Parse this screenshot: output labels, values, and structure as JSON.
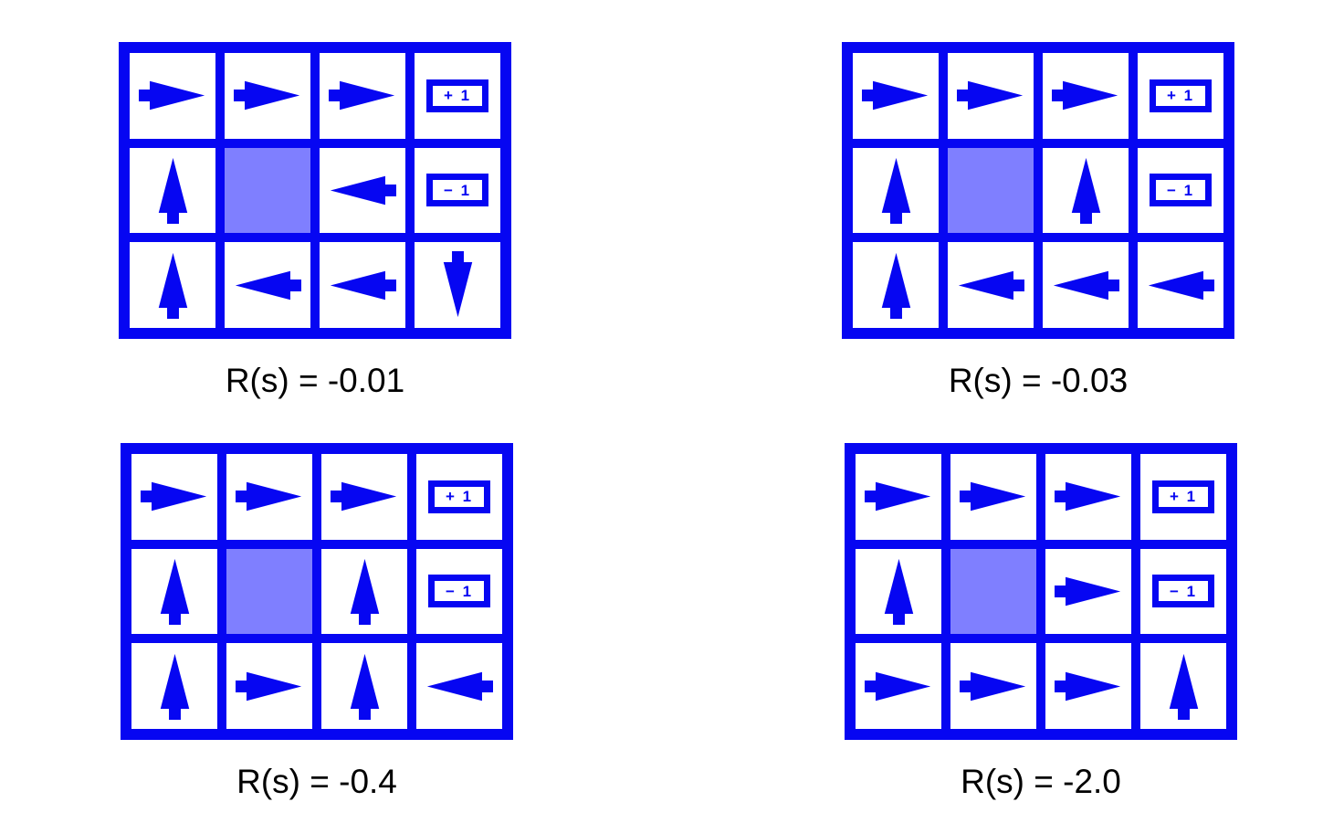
{
  "colors": {
    "blue": "#0606f2",
    "obstacle": "#7f7fff",
    "text": "#000000",
    "background": "#ffffff",
    "cell_background": "#ffffff"
  },
  "terminal_labels": {
    "plus": "+ 1",
    "minus": "− 1"
  },
  "grids": [
    {
      "label": "R(s) = -0.01",
      "rows": [
        [
          "right",
          "right",
          "right",
          "plus"
        ],
        [
          "up",
          "obstacle",
          "left",
          "minus"
        ],
        [
          "up",
          "left",
          "left",
          "down"
        ]
      ]
    },
    {
      "label": "R(s) = -0.03",
      "rows": [
        [
          "right",
          "right",
          "right",
          "plus"
        ],
        [
          "up",
          "obstacle",
          "up",
          "minus"
        ],
        [
          "up",
          "left",
          "left",
          "left"
        ]
      ]
    },
    {
      "label": "R(s) = -0.4",
      "rows": [
        [
          "right",
          "right",
          "right",
          "plus"
        ],
        [
          "up",
          "obstacle",
          "up",
          "minus"
        ],
        [
          "up",
          "right",
          "up",
          "left"
        ]
      ]
    },
    {
      "label": "R(s) = -2.0",
      "rows": [
        [
          "right",
          "right",
          "right",
          "plus"
        ],
        [
          "up",
          "obstacle",
          "right",
          "minus"
        ],
        [
          "right",
          "right",
          "right",
          "up"
        ]
      ]
    }
  ]
}
